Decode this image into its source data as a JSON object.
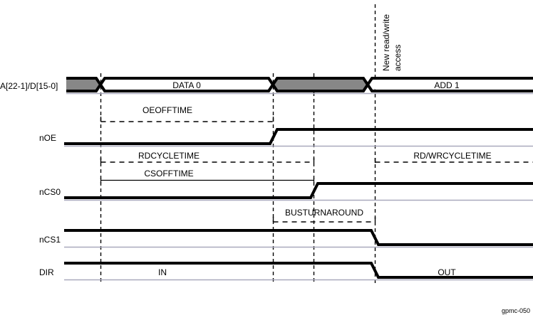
{
  "diagram": {
    "caption": "gpmc-050",
    "annotation_vertical": {
      "line1": "New read/write",
      "line2": "access"
    },
    "signals": [
      {
        "name": "bus",
        "label": "A[22-1]/D[15-0]"
      },
      {
        "name": "noe",
        "label": "nOE"
      },
      {
        "name": "ncs0",
        "label": "nCS0"
      },
      {
        "name": "ncs1",
        "label": "nCS1"
      },
      {
        "name": "dir",
        "label": "DIR"
      }
    ],
    "bus_segments": [
      {
        "name": "data0",
        "label": "DATA 0"
      },
      {
        "name": "add1",
        "label": "ADD 1"
      }
    ],
    "dir_states": [
      {
        "name": "in",
        "label": "IN"
      },
      {
        "name": "out",
        "label": "OUT"
      }
    ],
    "measurements": [
      {
        "name": "oeofftime",
        "label": "OEOFFTIME",
        "style": "dashed"
      },
      {
        "name": "rdcycletime",
        "label": "RDCYCLETIME",
        "style": "dashed"
      },
      {
        "name": "csofftime",
        "label": "CSOFFTIME",
        "style": "solid"
      },
      {
        "name": "rdwrcycletime",
        "label": "RD/WRCYCLETIME",
        "style": "dashed"
      },
      {
        "name": "busturnaround",
        "label": "BUSTURNAROUND",
        "style": "dashed"
      }
    ],
    "colors": {
      "wave": "#000000",
      "bus_fill_hidden": "#878787",
      "bus_fill_valid": "#ffffff",
      "baseline": "#a9a9bd",
      "background": "#ffffff"
    }
  }
}
